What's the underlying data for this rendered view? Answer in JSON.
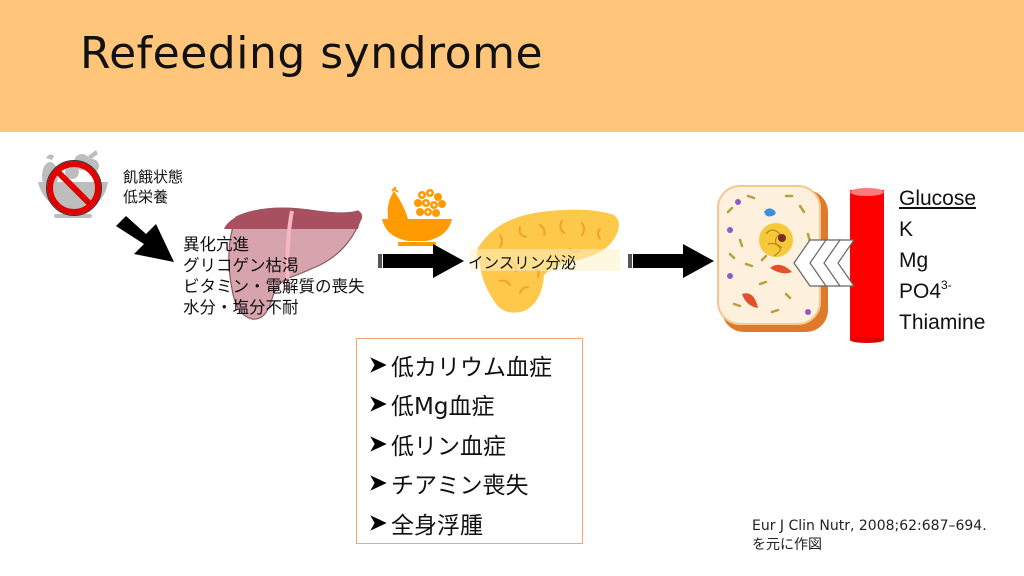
{
  "header": {
    "title": "Refeeding syndrome",
    "background_color": "#ffc67b"
  },
  "starvation": {
    "icon": "no-food-bowl-icon",
    "lines": [
      "飢餓状態",
      "低栄養"
    ]
  },
  "liver": {
    "icon": "liver-icon",
    "lines": [
      "異化亢進",
      "グリコゲン枯渇",
      "ビタミン・電解質の喪失",
      "水分・塩分不耐"
    ]
  },
  "feeding": {
    "icon": "fruit-bowl-icon",
    "color": "#ff9a00"
  },
  "pancreas": {
    "icon": "pancreas-icon",
    "label": "インスリン分泌"
  },
  "cell": {
    "icon": "cell-icon",
    "uptake_icon": "chevron-left-icon",
    "vessel_icon": "blood-vessel-icon",
    "vessel_color": "#ff0000"
  },
  "nutrients": {
    "items": [
      "Glucose",
      "K",
      "Mg",
      "PO4",
      "Thiamine"
    ],
    "po4_superscript": "3-"
  },
  "complications": {
    "bullet_icon": "arrowhead-bullet-icon",
    "items": [
      "低カリウム血症",
      "低Mg血症",
      "低リン血症",
      "チアミン喪失",
      "全身浮腫"
    ],
    "border_color": "#f0a675"
  },
  "reference": {
    "citation": "Eur J Clin Nutr, 2008;62:687–694.",
    "note": "を元に作図"
  }
}
